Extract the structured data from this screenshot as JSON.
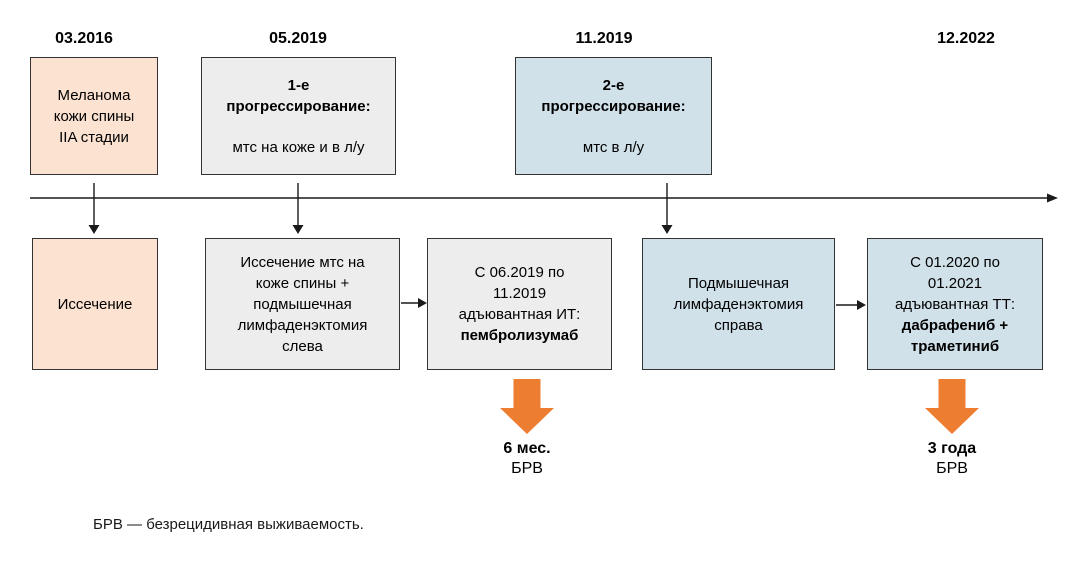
{
  "colors": {
    "peach": "#fbe2d1",
    "gray": "#ededed",
    "blue": "#d0e1e9",
    "orange": "#ed7d31",
    "border": "#333333",
    "lineclr": "#1a1a1a",
    "text": "#000000"
  },
  "icons": {
    "timeline_arrow": "right-arrowhead",
    "connector_down": "down-arrowhead",
    "connector_right": "right-arrowhead",
    "outcome_arrow": "orange-block-down-arrow"
  },
  "timeline": {
    "dates": [
      {
        "label": "03.2016"
      },
      {
        "label": "05.2019"
      },
      {
        "label": "11.2019"
      },
      {
        "label": "12.2022"
      }
    ]
  },
  "top_boxes": [
    {
      "body_lines": [
        "Меланома",
        "кожи спины",
        "IIA стадии"
      ]
    },
    {
      "title_lines": [
        "1-е",
        "прогрессирование:"
      ],
      "body_lines": [
        "мтс на коже и в л/у"
      ]
    },
    {
      "title_lines": [
        "2-е",
        "прогрессирование:"
      ],
      "body_lines": [
        "мтс в л/у"
      ]
    }
  ],
  "bottom_boxes": [
    {
      "body_lines": [
        "Иссечение"
      ]
    },
    {
      "body_lines": [
        "Иссечение мтс на",
        "коже спины +",
        "подмышечная",
        "лимфаденэктомия",
        "слева"
      ]
    },
    {
      "body_lines": [
        "С 06.2019 по",
        "11.2019",
        "адъювантная ИТ:"
      ],
      "bold_lines": [
        "пембролизумаб"
      ]
    },
    {
      "body_lines": [
        "Подмышечная",
        "лимфаденэктомия",
        "справа"
      ]
    },
    {
      "body_lines": [
        "С 01.2020 по",
        "01.2021",
        "адъювантная ТТ:"
      ],
      "bold_lines": [
        "дабрафениб +",
        "траметиниб"
      ]
    }
  ],
  "outcomes": [
    {
      "value": "6 мес.",
      "label": "БРВ"
    },
    {
      "value": "3 года",
      "label": "БРВ"
    }
  ],
  "footnote": {
    "text": "БРВ — безрецидивная выживаемость."
  }
}
